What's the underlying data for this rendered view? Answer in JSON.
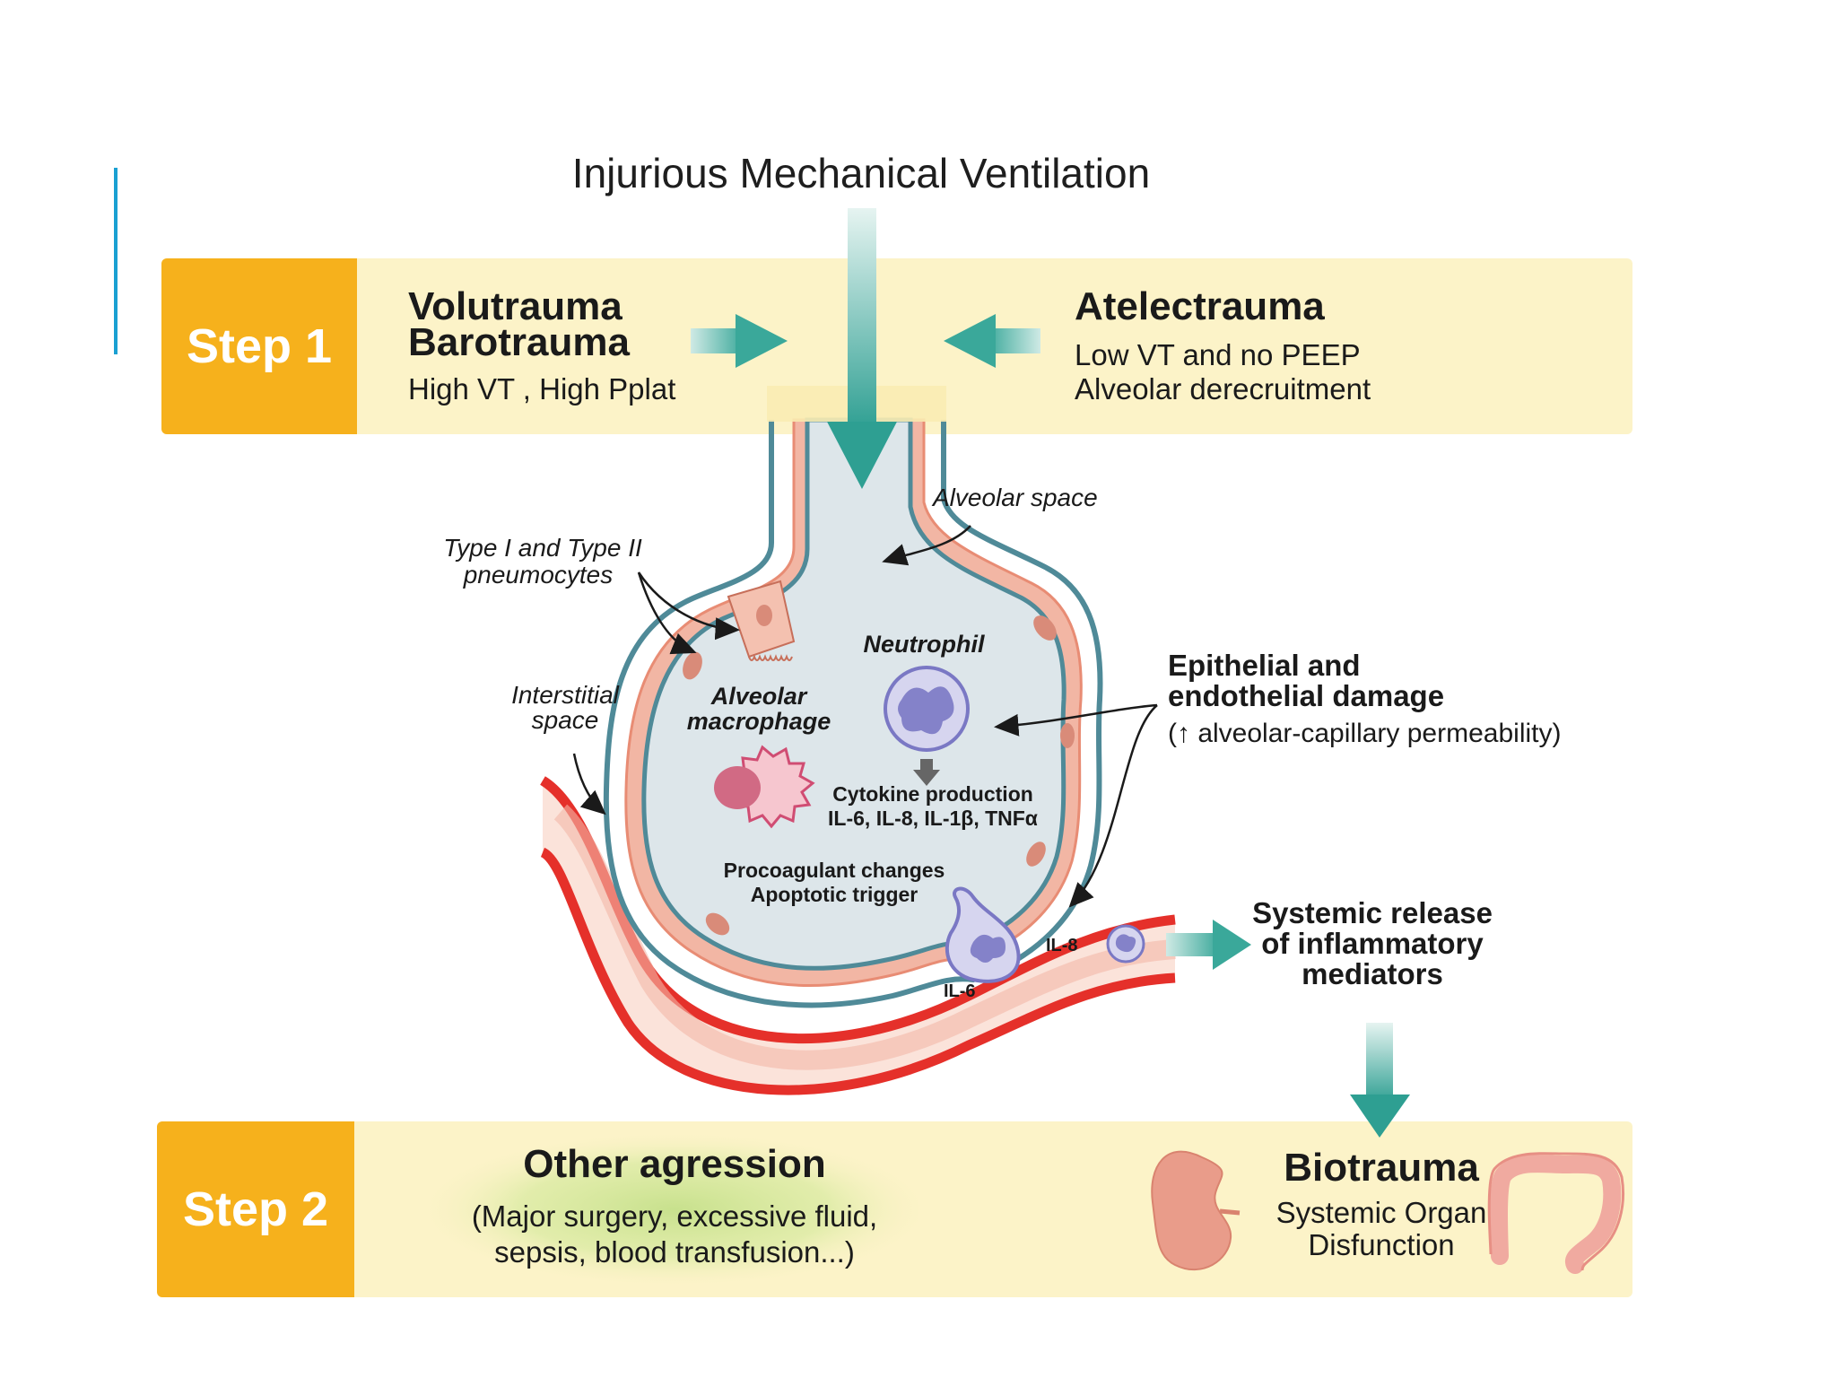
{
  "title": "Injurious Mechanical Ventilation",
  "step1": {
    "label": "Step 1",
    "left_heading_1": "Volutrauma",
    "left_heading_2": "Barotrauma",
    "left_sub": "High VT , High Pplat",
    "right_heading": "Atelectrauma",
    "right_sub_1": "Low VT and no PEEP",
    "right_sub_2": "Alveolar derecruitment"
  },
  "diagram": {
    "alveolar_space": "Alveolar space",
    "pneumocytes_1": "Type I and Type II",
    "pneumocytes_2": "pneumocytes",
    "interstitial_1": "Interstitial",
    "interstitial_2": "space",
    "macrophage_1": "Alveolar",
    "macrophage_2": "macrophage",
    "neutrophil": "Neutrophil",
    "cytokine_1": "Cytokine production",
    "cytokine_2": "IL-6, IL-8, IL-1β, TNFα",
    "procoag_1": "Procoagulant changes",
    "procoag_2": "Apoptotic trigger",
    "damage_1": "Epithelial and",
    "damage_2": "endothelial damage",
    "damage_3": "(↑ alveolar-capillary permeability)",
    "il8": "IL-8",
    "il6": "IL-6",
    "systemic_1": "Systemic release",
    "systemic_2": "of inflammatory",
    "systemic_3": "mediators"
  },
  "step2": {
    "label": "Step 2",
    "other_heading": "Other agression",
    "other_sub_1": "(Major surgery, excessive fluid,",
    "other_sub_2": "sepsis, blood transfusion...)",
    "bio_heading": "Biotrauma",
    "bio_sub_1": "Systemic Organ",
    "bio_sub_2": "Disfunction"
  },
  "colors": {
    "step_box": "#f6b11c",
    "band": "#fcf3c8",
    "teal_arrow": "#3aa89a",
    "vessel": "#e5302a",
    "alveolus_border": "#4f8a98",
    "accent": "#1aa0d2"
  }
}
